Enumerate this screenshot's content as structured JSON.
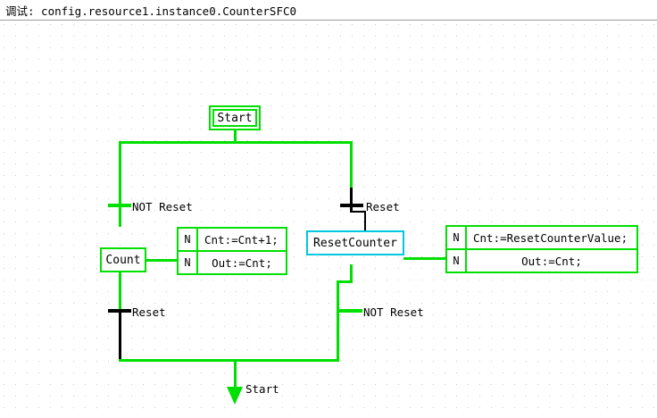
{
  "window": {
    "title": "调试: config.resource1.instance0.CounterSFC0"
  },
  "colors": {
    "active_wire": "#00e000",
    "inactive_wire": "#000000",
    "active_step_border": "#00e000",
    "selected_step_border": "#00c8e0",
    "canvas_background": "#ffffff",
    "grid_dot": "#c9c9c9"
  },
  "diagram": {
    "type": "sfc",
    "steps": [
      {
        "id": "start",
        "label": "Start",
        "initial": true,
        "border": "#00e000"
      },
      {
        "id": "count",
        "label": "Count",
        "initial": false,
        "border": "#00e000"
      },
      {
        "id": "resetcounter",
        "label": "ResetCounter",
        "initial": false,
        "border": "#00c8e0"
      }
    ],
    "transitions": [
      {
        "id": "t1",
        "label": "NOT Reset",
        "active": true,
        "branch": "left",
        "position": "top"
      },
      {
        "id": "t2",
        "label": "Reset",
        "active": false,
        "branch": "right",
        "position": "top"
      },
      {
        "id": "t3",
        "label": "Reset",
        "active": false,
        "branch": "left",
        "position": "bottom"
      },
      {
        "id": "t4",
        "label": "NOT Reset",
        "active": true,
        "branch": "right",
        "position": "bottom"
      }
    ],
    "actions": [
      {
        "step": "count",
        "rows": [
          {
            "qualifier": "N",
            "body": "Cnt:=Cnt+1;",
            "align": "left"
          },
          {
            "qualifier": "N",
            "body": "Out:=Cnt;",
            "align": "center"
          }
        ]
      },
      {
        "step": "resetcounter",
        "rows": [
          {
            "qualifier": "N",
            "body": "Cnt:=ResetCounterValue;",
            "align": "left"
          },
          {
            "qualifier": "N",
            "body": "Out:=Cnt;",
            "align": "center"
          }
        ]
      }
    ],
    "jump": {
      "label": "Start",
      "active": true
    }
  }
}
